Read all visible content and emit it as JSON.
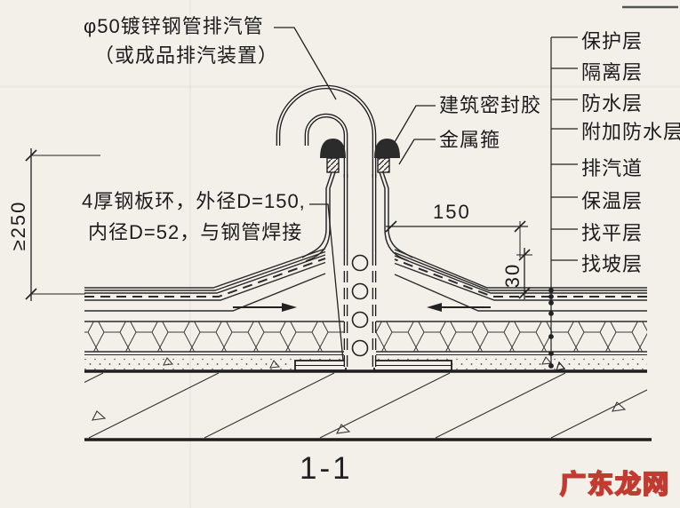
{
  "drawing": {
    "section_title": "1-1",
    "watermark": "广东龙网",
    "annotations": {
      "vent_pipe_line1": "φ50镀锌钢管排汽管",
      "vent_pipe_line2": "（或成品排汽装置）",
      "sealant": "建筑密封胶",
      "metal_hoop": "金属箍",
      "steel_plate_line1": "4厚钢板环，外径D=150,",
      "steel_plate_line2": "内径D=52，与钢管焊接"
    },
    "layer_labels": [
      "保护层",
      "隔离层",
      "防水层",
      "附加防水层",
      "排汽道",
      "保温层",
      "找平层",
      "找坡层"
    ],
    "dimensions": {
      "min_height": "≥250",
      "plate_width": "150",
      "flashing_rise": "30"
    },
    "colors": {
      "line": "#2b2b2b",
      "paper": "#f3f0ea",
      "watermark_red": "#c23b30"
    }
  }
}
